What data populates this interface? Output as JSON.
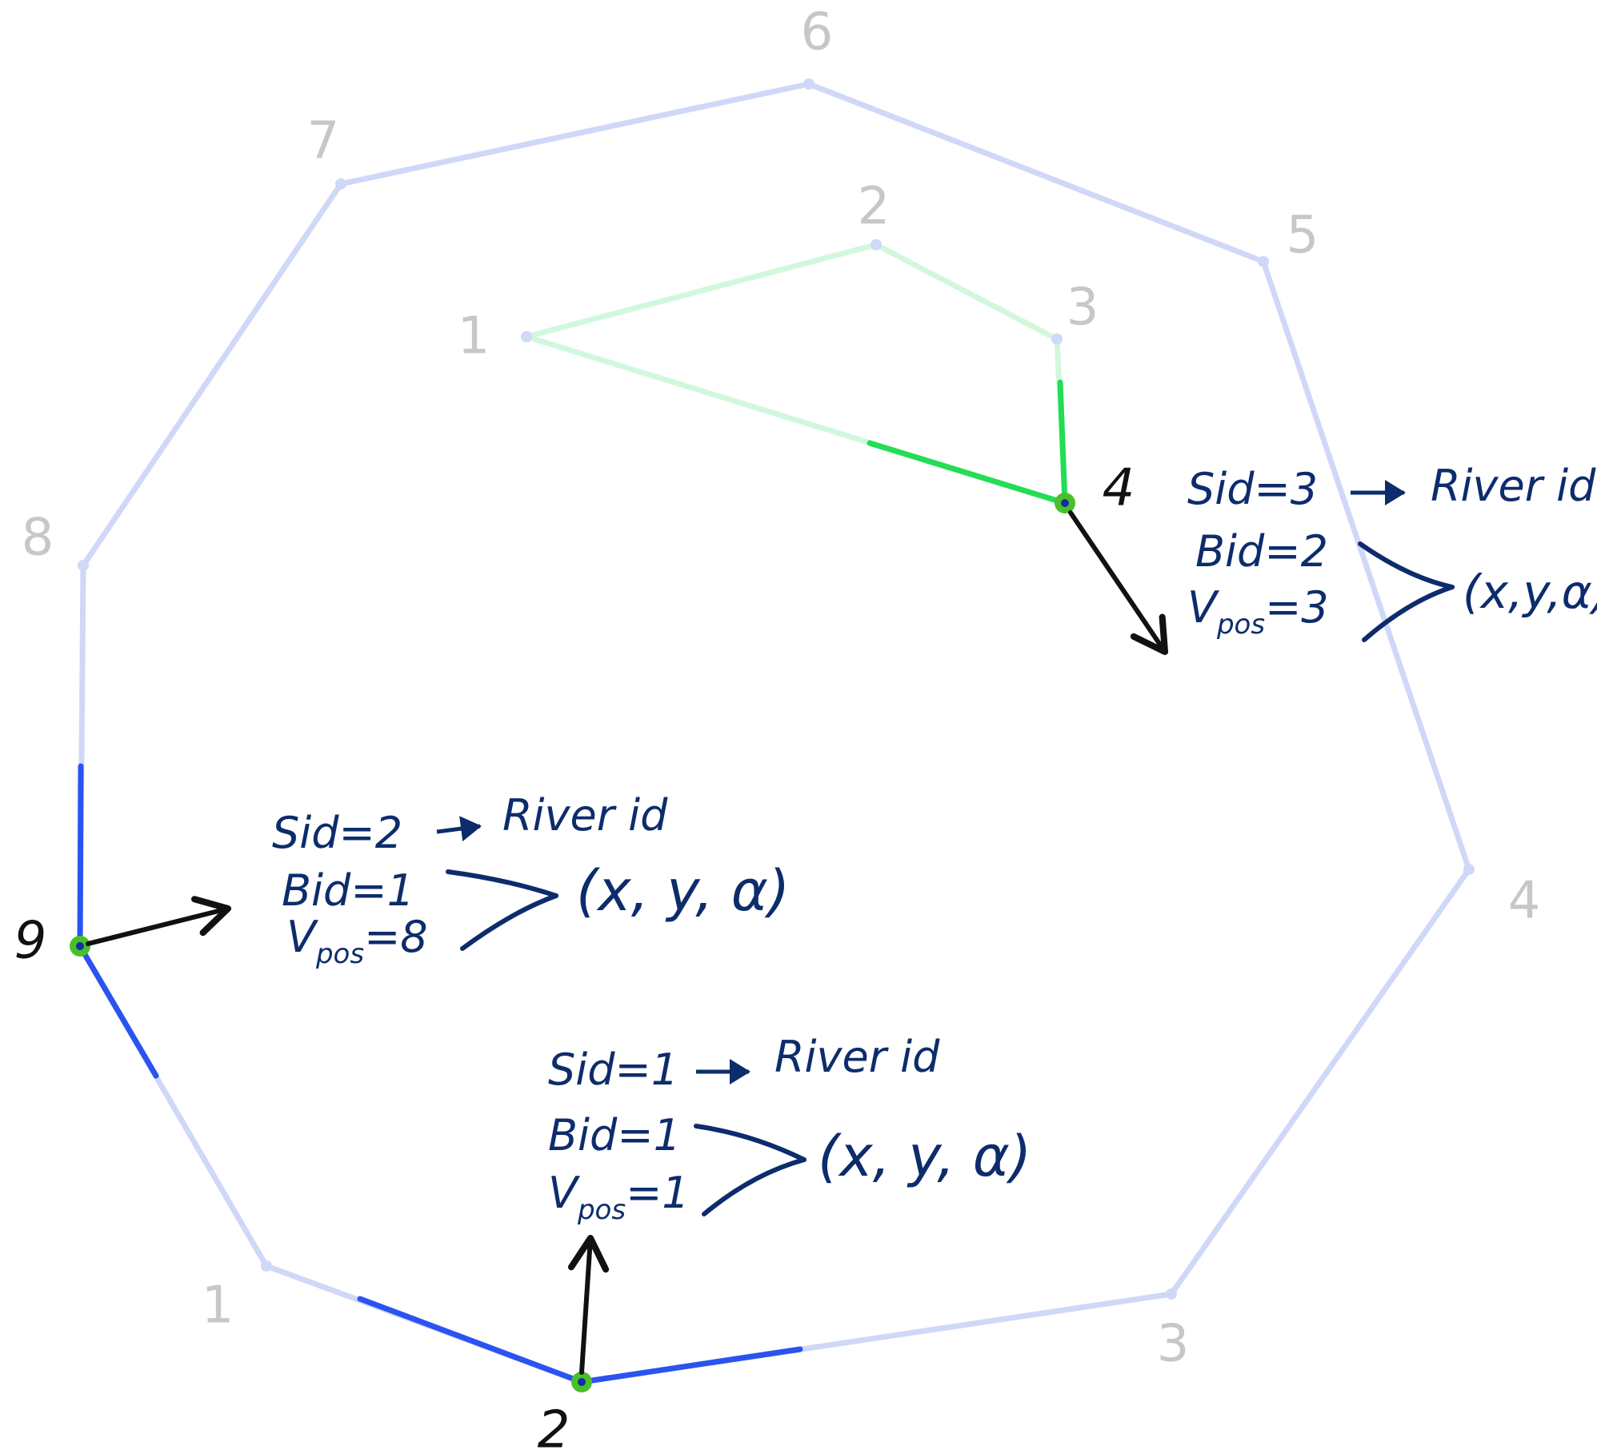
{
  "outer_polygon": {
    "vertex_labels": [
      "1",
      "2",
      "3",
      "4",
      "5",
      "6",
      "7",
      "8",
      "9"
    ],
    "colors": {
      "line": "#cfd8f8",
      "highlight": "#2a53f0",
      "vertex": "#cfd8f8"
    }
  },
  "inner_polygon": {
    "vertex_labels": [
      "1",
      "2",
      "3",
      "4"
    ],
    "colors": {
      "line": "#d2f8dc",
      "highlight": "#22dd55",
      "vertex": "#cfd8f8"
    }
  },
  "selected_vertex_colors": {
    "ring": "#4bbf2a",
    "center": "#1030a0"
  },
  "annotations": [
    {
      "highlight_label": "2",
      "sid": "Sid=1",
      "bid": "Bid=1",
      "vpos_main": "V",
      "vpos_sub": "pos",
      "vpos_value": "=1",
      "river_label": "River id",
      "tuple": "(x, y, α)"
    },
    {
      "highlight_label": "9",
      "sid": "Sid=2",
      "bid": "Bid=1",
      "vpos_main": "V",
      "vpos_sub": "pos",
      "vpos_value": "=8",
      "river_label": "River id",
      "tuple": "(x, y, α)"
    },
    {
      "highlight_label": "4",
      "sid": "Sid=3",
      "bid": "Bid=2",
      "vpos_main": "V",
      "vpos_sub": "pos",
      "vpos_value": "=3",
      "river_label": "River id",
      "tuple": "(x,y,α)"
    }
  ],
  "colors": {
    "pointer_arrow": "#111111",
    "note_text": "#0d2c6c"
  }
}
